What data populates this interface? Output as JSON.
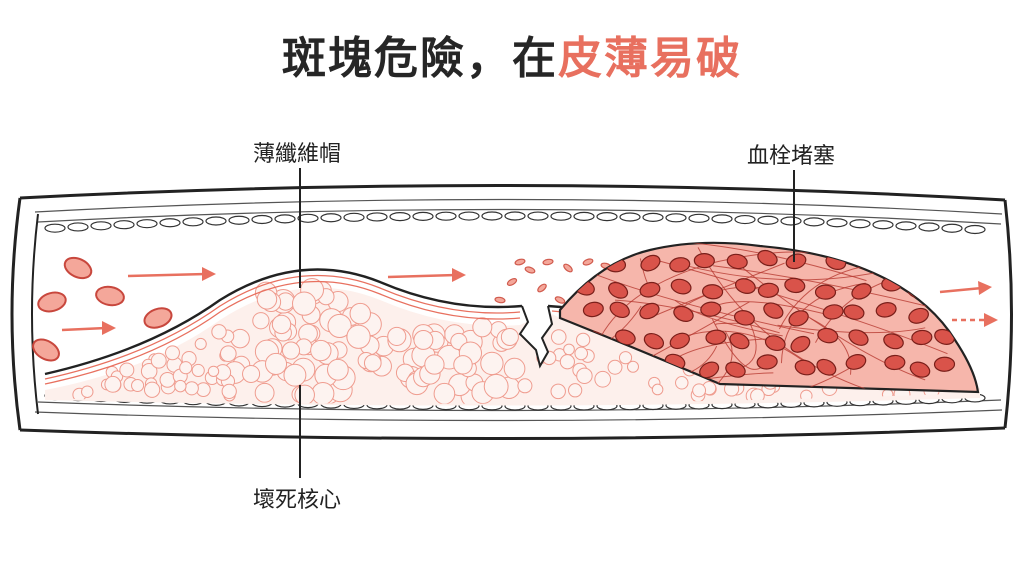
{
  "title": {
    "part1": "斑塊危險，在",
    "part2": "皮薄易破"
  },
  "labels": {
    "thin_fibrous_cap": "薄纖維帽",
    "blood_clot": "血栓堵塞",
    "necrotic_core": "壞死核心"
  },
  "colors": {
    "accent": "#e8705f",
    "clot": "#d9534a",
    "clot_light": "#f6b6ab",
    "core_fill": "#fdf0ec",
    "outline": "#222222"
  }
}
